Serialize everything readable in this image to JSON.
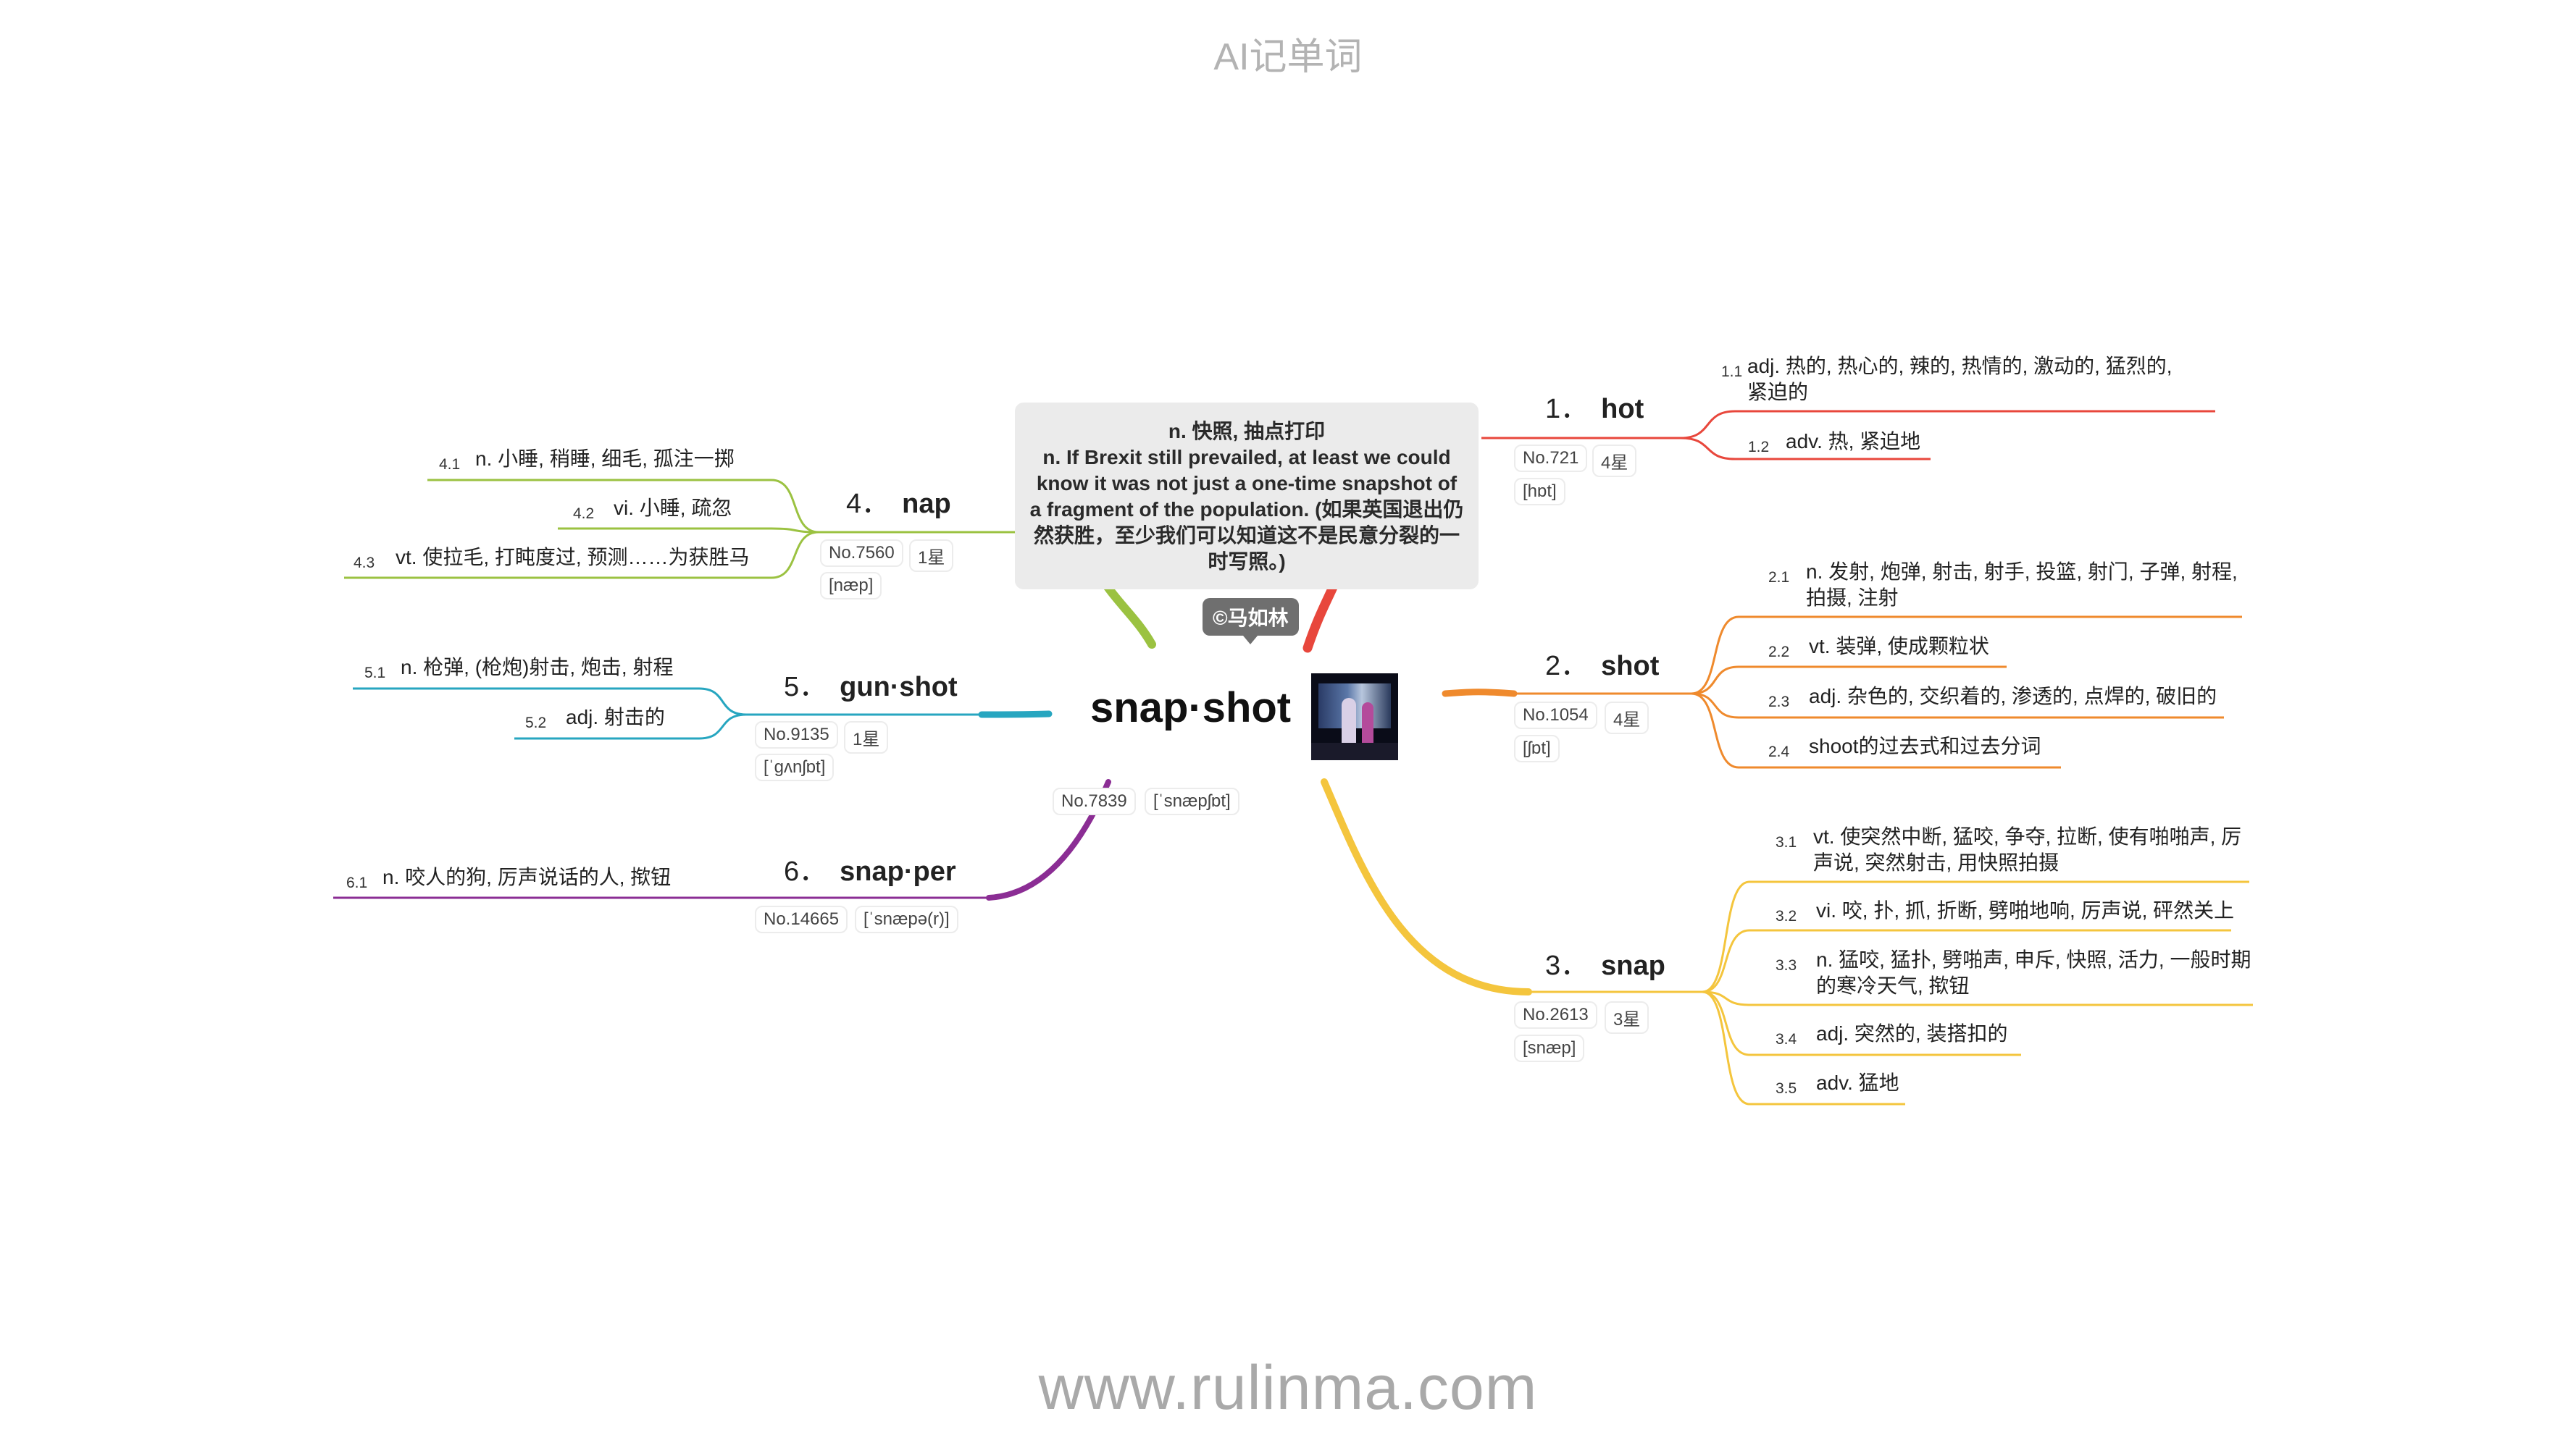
{
  "header_title": "AI记单词",
  "footer_url": "www.rulinma.com",
  "center": {
    "word": "snap·shot",
    "number": "No.7839",
    "phonetic": "[ˈsnæpʃɒt]",
    "thumbnail_icon": "movie-still-image",
    "note": {
      "line1": "n. 快照, 抽点打印",
      "line2": "n. If Brexit still prevailed, at least we could know it was not just a one-time snapshot of a fragment of the population. (如果英国退出仍然获胜，至少我们可以知道这不是民意分裂的一时写照。)"
    },
    "credit": "©马如林"
  },
  "branches": [
    {
      "num": "1．",
      "word": "hot",
      "rank": "No.721",
      "stars": "4星",
      "phonetic": "[hɒt]",
      "color": "#e8473c",
      "senses": [
        {
          "n": "1.1",
          "t1": "adj. 热的, 热心的, 辣的, 热情的, 激动的, 猛烈的,",
          "t2": "紧迫的"
        },
        {
          "n": "1.2",
          "t1": "adv. 热, 紧迫地",
          "t2": ""
        }
      ]
    },
    {
      "num": "2．",
      "word": "shot",
      "rank": "No.1054",
      "stars": "4星",
      "phonetic": "[ʃɒt]",
      "color": "#ef8a2d",
      "senses": [
        {
          "n": "2.1",
          "t1": "n. 发射, 炮弹, 射击, 射手, 投篮, 射门, 子弹, 射程,",
          "t2": "拍摄, 注射"
        },
        {
          "n": "2.2",
          "t1": "vt. 装弹, 使成颗粒状",
          "t2": ""
        },
        {
          "n": "2.3",
          "t1": "adj. 杂色的, 交织着的, 渗透的, 点焊的, 破旧的",
          "t2": ""
        },
        {
          "n": "2.4",
          "t1": "shoot的过去式和过去分词",
          "t2": ""
        }
      ]
    },
    {
      "num": "3．",
      "word": "snap",
      "rank": "No.2613",
      "stars": "3星",
      "phonetic": "[snæp]",
      "color": "#f4c53d",
      "senses": [
        {
          "n": "3.1",
          "t1": "vt. 使突然中断, 猛咬, 争夺, 拉断, 使有啪啪声, 厉",
          "t2": "声说, 突然射击, 用快照拍摄"
        },
        {
          "n": "3.2",
          "t1": "vi. 咬, 扑, 抓, 折断, 劈啪地响, 厉声说, 砰然关上",
          "t2": ""
        },
        {
          "n": "3.3",
          "t1": "n. 猛咬, 猛扑, 劈啪声, 申斥, 快照, 活力, 一般时期",
          "t2": "的寒冷天气, 揿钮"
        },
        {
          "n": "3.4",
          "t1": "adj. 突然的, 装搭扣的",
          "t2": ""
        },
        {
          "n": "3.5",
          "t1": "adv. 猛地",
          "t2": ""
        }
      ]
    },
    {
      "num": "4．",
      "word": "nap",
      "rank": "No.7560",
      "stars": "1星",
      "phonetic": "[næp]",
      "color": "#9bc241",
      "senses": [
        {
          "n": "4.1",
          "t1": "n. 小睡, 稍睡, 细毛, 孤注一掷",
          "t2": ""
        },
        {
          "n": "4.2",
          "t1": "vi. 小睡, 疏忽",
          "t2": ""
        },
        {
          "n": "4.3",
          "t1": "vt. 使拉毛, 打盹度过, 预测……为获胜马",
          "t2": ""
        }
      ]
    },
    {
      "num": "5．",
      "word": "gun·shot",
      "rank": "No.9135",
      "stars": "1星",
      "phonetic": "[ˈɡʌnʃɒt]",
      "color": "#27a6c0",
      "senses": [
        {
          "n": "5.1",
          "t1": "n. 枪弹, (枪炮)射击, 炮击, 射程",
          "t2": ""
        },
        {
          "n": "5.2",
          "t1": "adj. 射击的",
          "t2": ""
        }
      ]
    },
    {
      "num": "6．",
      "word": "snap·per",
      "rank": "No.14665",
      "stars": "",
      "phonetic": "[ˈsnæpə(r)]",
      "color": "#8b2d94",
      "senses": [
        {
          "n": "6.1",
          "t1": "n. 咬人的狗, 厉声说话的人, 揿钮",
          "t2": ""
        }
      ]
    }
  ]
}
